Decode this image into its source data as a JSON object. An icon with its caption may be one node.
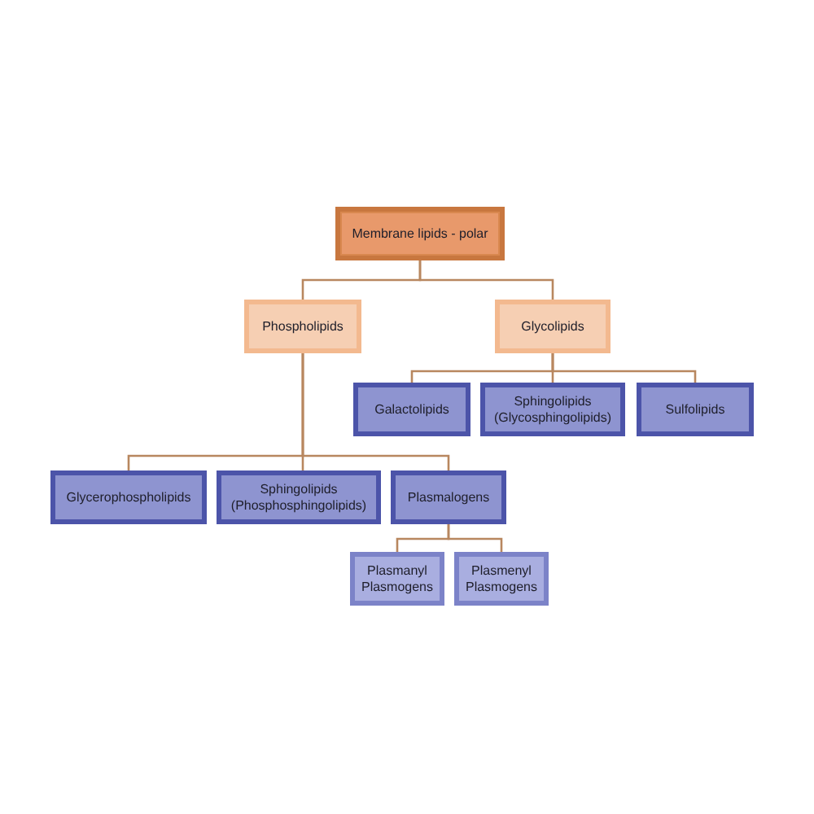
{
  "diagram": {
    "nodes": [
      {
        "text": [
          "Membrane lipids - polar"
        ]
      },
      {
        "text": [
          "Phospholipids"
        ]
      },
      {
        "text": [
          "Glycolipids"
        ]
      },
      {
        "text": [
          "Galactolipids"
        ]
      },
      {
        "text": [
          "Sphingolipids (Glycosphingolipids)"
        ]
      },
      {
        "text": [
          "Sulfolipids"
        ]
      },
      {
        "text": [
          "Glycerophospholipids"
        ]
      },
      {
        "text": [
          "Sphingolipids (Phosphosphingolipids)"
        ]
      },
      {
        "text": [
          "Plasmalogens"
        ]
      },
      {
        "text": [
          "Plasmanyl Plasmogens"
        ]
      },
      {
        "text": [
          "Plasmenyl Plasmogens"
        ]
      }
    ],
    "edges": [
      {
        "from": 0,
        "to": 1,
        "arrow": "none"
      },
      {
        "from": 0,
        "to": 2,
        "arrow": "none"
      },
      {
        "from": 2,
        "to": 3,
        "arrow": "none"
      },
      {
        "from": 2,
        "to": 4,
        "arrow": "none"
      },
      {
        "from": 2,
        "to": 5,
        "arrow": "none"
      },
      {
        "from": 1,
        "to": 6,
        "arrow": "none"
      },
      {
        "from": 1,
        "to": 7,
        "arrow": "none"
      },
      {
        "from": 1,
        "to": 8,
        "arrow": "none"
      },
      {
        "from": 8,
        "to": 9,
        "arrow": "none"
      },
      {
        "from": 8,
        "to": 10,
        "arrow": "none"
      }
    ]
  }
}
